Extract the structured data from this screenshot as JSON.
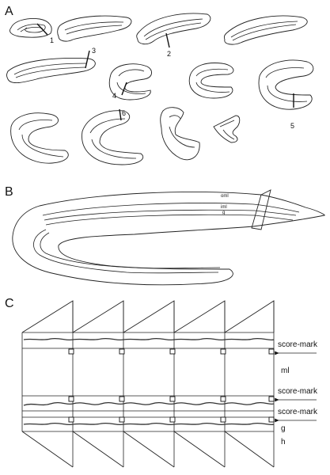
{
  "panels": {
    "a": "A",
    "b": "B",
    "c": "C"
  },
  "panel_a": {
    "section_numbers": [
      "1",
      "2",
      "3",
      "4",
      "5",
      "6"
    ]
  },
  "panel_b": {
    "layers": [
      "oml",
      "iml",
      "g"
    ]
  },
  "panel_c": {
    "score_mark_labels": [
      "score-mark",
      "score-mark",
      "score-mark"
    ],
    "layer_labels": [
      "ml",
      "g",
      "h"
    ]
  },
  "colors": {
    "line": "#222222",
    "background": "#ffffff"
  }
}
